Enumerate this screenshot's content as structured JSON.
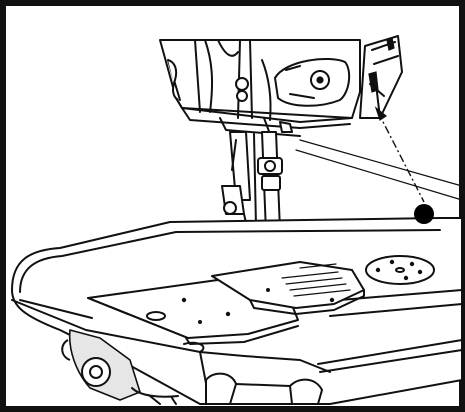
{
  "figure": {
    "callout_label": "❶",
    "icons": [
      "sewing-machine-head",
      "presser-foot",
      "needle-plate",
      "slide-plate",
      "bobbin-cover",
      "needle-bar-housing"
    ],
    "colors": {
      "line": "#111111",
      "background": "#ffffff",
      "shade": "#e6e6e6"
    }
  }
}
